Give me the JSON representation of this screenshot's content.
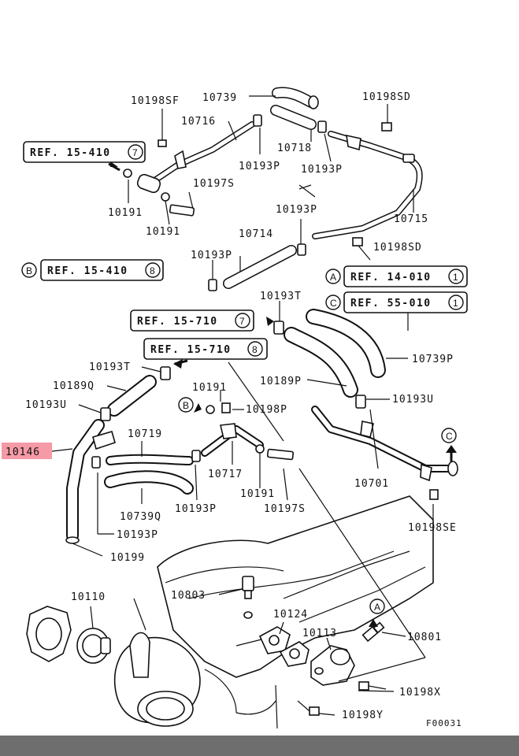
{
  "labels": {
    "p10198SF": "10198SF",
    "p10739": "10739",
    "p10198SD_top": "10198SD",
    "p10716": "10716",
    "p10718": "10718",
    "p10193P_a": "10193P",
    "p10193P_b": "10193P",
    "p10197S_a": "10197S",
    "p10191_a": "10191",
    "p10191_b": "10191",
    "p10193P_c": "10193P",
    "p10715": "10715",
    "p10714": "10714",
    "p10198SD": "10198SD",
    "p10193P_d": "10193P",
    "p10193T_a": "10193T",
    "p10739P": "10739P",
    "p10193T_b": "10193T",
    "p10189P": "10189P",
    "p10189Q": "10189Q",
    "p10191_c": "10191",
    "p10193U_a": "10193U",
    "p10193U_b": "10193U",
    "p10198P": "10198P",
    "p10146": "10146",
    "p10719": "10719",
    "p10701": "10701",
    "p10717": "10717",
    "p10739Q": "10739Q",
    "p10193P_e": "10193P",
    "p10191_d": "10191",
    "p10197S_b": "10197S",
    "p10198SE": "10198SE",
    "p10193P_f": "10193P",
    "p10199": "10199",
    "p10110": "10110",
    "p10803": "10803",
    "p10124": "10124",
    "p10113": "10113",
    "p10801": "10801",
    "p10198X": "10198X",
    "p10198Y": "10198Y"
  },
  "refs": {
    "ref1": {
      "text": "REF. 15-410",
      "num": "7"
    },
    "ref2": {
      "text": "REF. 15-410",
      "num": "8"
    },
    "ref3": {
      "text": "REF. 14-010",
      "num": "1"
    },
    "ref4": {
      "text": "REF. 55-010",
      "num": "1"
    },
    "ref5": {
      "text": "REF. 15-710",
      "num": "7"
    },
    "ref6": {
      "text": "REF. 15-710",
      "num": "8"
    }
  },
  "markers": {
    "A": "A",
    "B": "B",
    "C": "C"
  },
  "highlight": {
    "part": "10146",
    "color": "#f59aa6"
  },
  "figure_code": "F00031"
}
